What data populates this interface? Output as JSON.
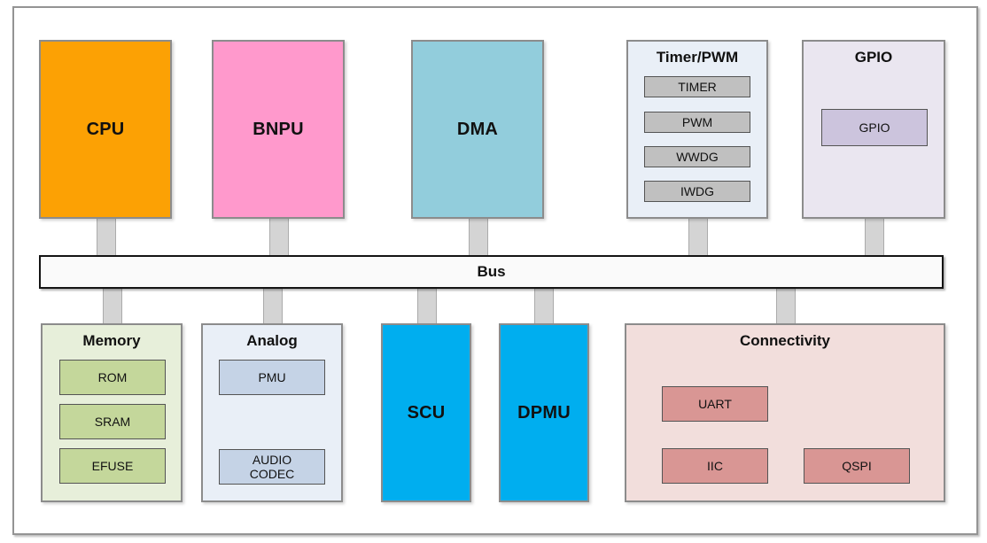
{
  "bus": {
    "label": "Bus"
  },
  "blocks": {
    "cpu": {
      "label": "CPU"
    },
    "bnpu": {
      "label": "BNPU"
    },
    "dma": {
      "label": "DMA"
    },
    "timer_pwm": {
      "title": "Timer/PWM",
      "subs": [
        "TIMER",
        "PWM",
        "WWDG",
        "IWDG"
      ]
    },
    "gpio": {
      "title": "GPIO",
      "subs": [
        "GPIO"
      ]
    },
    "memory": {
      "title": "Memory",
      "subs": [
        "ROM",
        "SRAM",
        "EFUSE"
      ]
    },
    "analog": {
      "title": "Analog",
      "subs": [
        "PMU",
        "AUDIO\nCODEC"
      ]
    },
    "scu": {
      "label": "SCU"
    },
    "dpmu": {
      "label": "DPMU"
    },
    "connectivity": {
      "title": "Connectivity",
      "subs": [
        "UART",
        "IIC",
        "QSPI"
      ]
    }
  },
  "colors": {
    "cpu": "#FCA104",
    "bnpu": "#FF99CC",
    "dma": "#92CDDC",
    "light_blue_panel": "#E9EFF7",
    "gray_sub": "#C0C0C0",
    "gpio_panel": "#EAE6F0",
    "gpio_sub": "#CCC4DD",
    "memory_panel": "#E7EFDA",
    "memory_sub": "#C4D79B",
    "analog_sub": "#C5D3E6",
    "scu_dpmu": "#00AEEF",
    "connectivity_panel": "#F2DEDC",
    "connectivity_sub": "#D99694",
    "bus_fill": "#FAFAFA",
    "connector_fill": "#D4D4D4"
  }
}
